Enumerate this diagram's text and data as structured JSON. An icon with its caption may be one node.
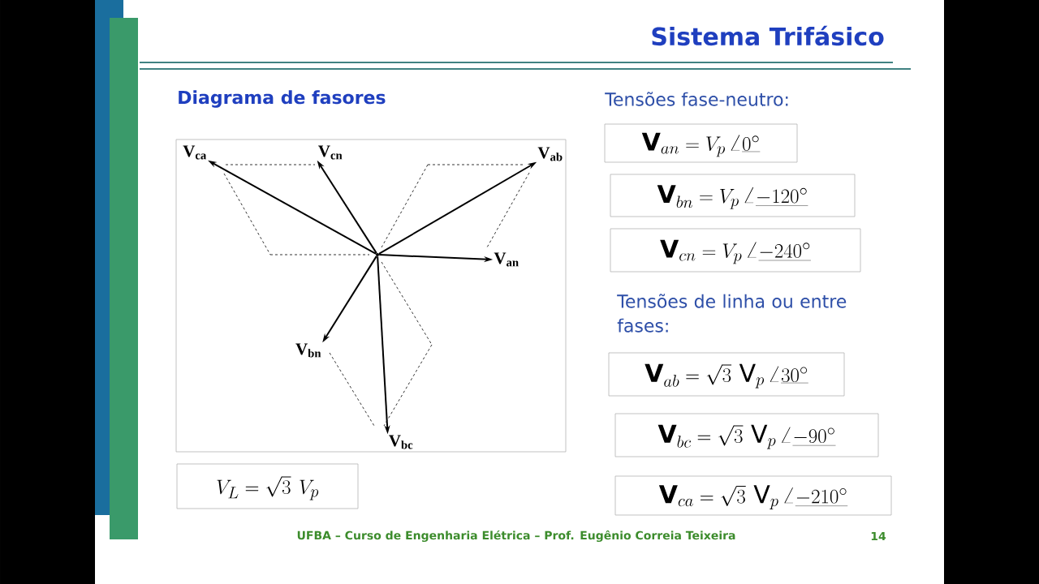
{
  "diagram": {
    "title": "Sistema Trifásico",
    "nodes": [
      {
        "text": [],
        "shape": "circle"
      },
      {
        "text": [
          "V$_{ca}$"
        ]
      },
      {
        "text": [
          "V$_{cn}$"
        ]
      },
      {
        "text": [
          "V$_{ab}$"
        ]
      },
      {
        "text": [
          "V$_{an}$"
        ]
      },
      {
        "text": [
          "V$_{bn}$"
        ]
      },
      {
        "text": [
          "V$_{bc}$"
        ]
      }
    ],
    "edges": [
      {
        "from": 0,
        "to": 1,
        "arrow": "to"
      },
      {
        "from": 0,
        "to": 2,
        "arrow": "to"
      },
      {
        "from": 0,
        "to": 3,
        "arrow": "to"
      },
      {
        "from": 0,
        "to": 4,
        "arrow": "to"
      },
      {
        "from": 0,
        "to": 5,
        "arrow": "to"
      },
      {
        "from": 0,
        "to": 6,
        "arrow": "to"
      }
    ],
    "labels": [
      "Diagrama de fasores",
      "Tensões fase-neutro:",
      "\\mathbf{V}_{an} = V_p\\,\\angle\\underline{0^\\circ}",
      "\\mathbf{V}_{bn} = V_p\\,\\angle\\underline{-120^\\circ}",
      "\\mathbf{V}_{cn} = V_p\\,\\angle\\underline{-240^\\circ}",
      "Tensões de linha ou entre fases:",
      "\\mathbf{V}_{ab} = \\sqrt{3}\\ \\mathrm{V}_p\\,\\angle\\underline{30^\\circ}",
      "\\mathbf{V}_{bc} = \\sqrt{3}\\ \\mathrm{V}_p\\,\\angle\\underline{-90^\\circ}",
      "\\mathbf{V}_{ca} = \\sqrt{3}\\ \\mathrm{V}_p\\,\\angle\\underline{-210^\\circ}",
      "V_L = \\sqrt{3}\\ V_p",
      "UFBA – Curso de Engenharia Elétrica – Prof. Eugênio Correia Teixeira",
      "14"
    ]
  }
}
